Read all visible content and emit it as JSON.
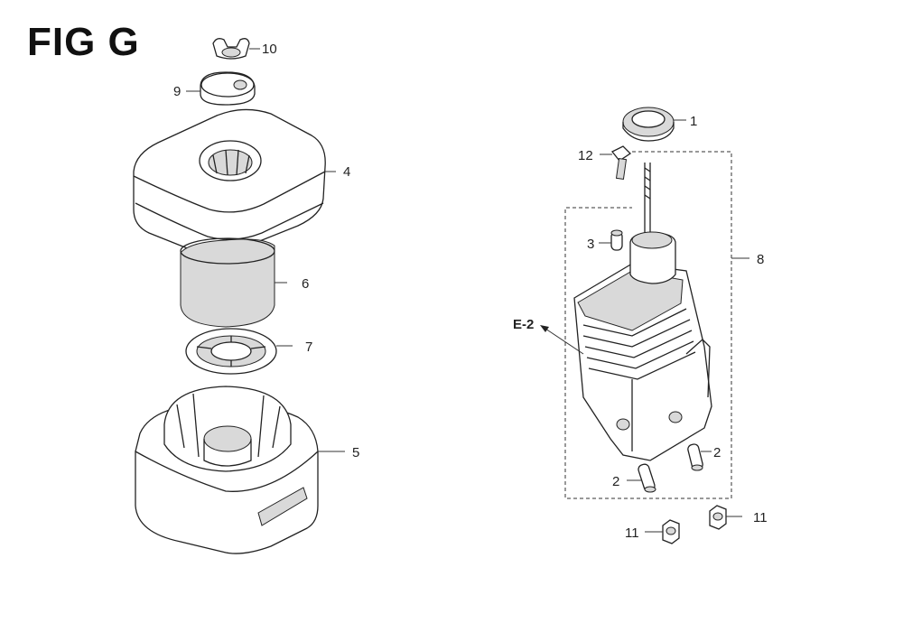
{
  "figure": {
    "title": "FIG G"
  },
  "callouts": [
    {
      "id": "c10",
      "number": "10"
    },
    {
      "id": "c9",
      "number": "9"
    },
    {
      "id": "c4",
      "number": "4"
    },
    {
      "id": "c6",
      "number": "6"
    },
    {
      "id": "c7",
      "number": "7"
    },
    {
      "id": "c5",
      "number": "5"
    },
    {
      "id": "c1",
      "number": "1"
    },
    {
      "id": "c12",
      "number": "12"
    },
    {
      "id": "c3",
      "number": "3"
    },
    {
      "id": "c8",
      "number": "8"
    },
    {
      "id": "c2a",
      "number": "2"
    },
    {
      "id": "c2b",
      "number": "2"
    },
    {
      "id": "c11a",
      "number": "11"
    },
    {
      "id": "c11b",
      "number": "11"
    }
  ],
  "reference": {
    "label": "E-2"
  }
}
